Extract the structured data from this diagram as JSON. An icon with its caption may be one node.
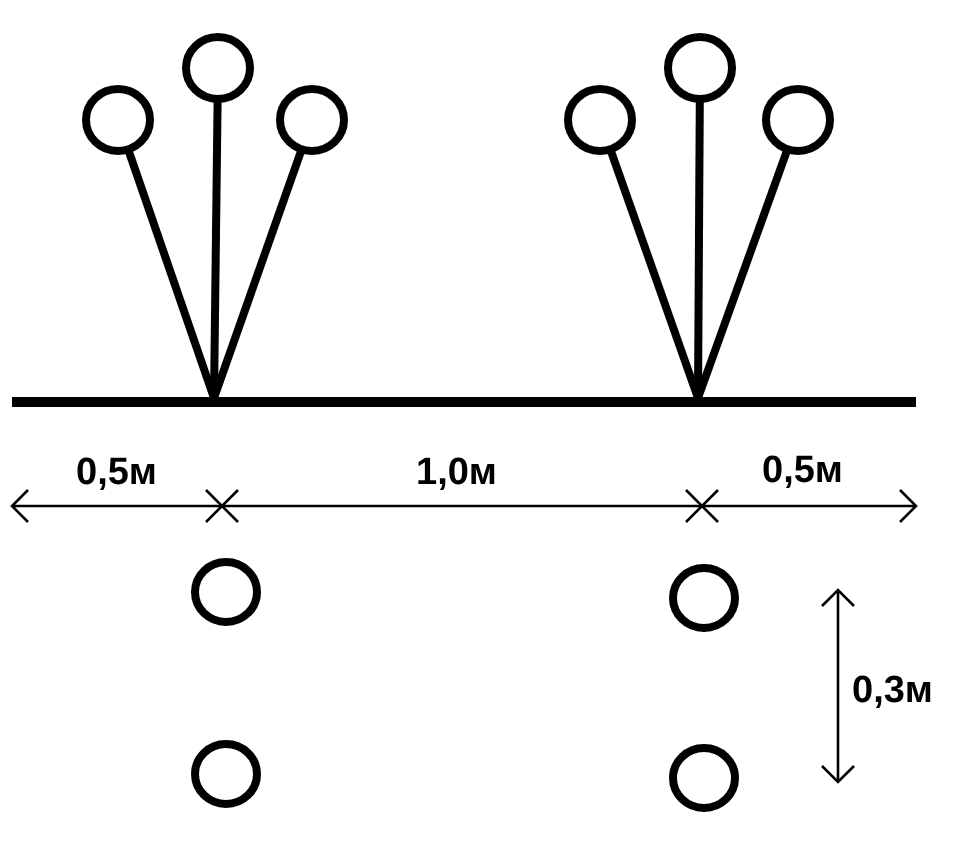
{
  "diagram": {
    "labels": [
      "0,5м",
      "1,0м",
      "0,5м",
      "0,3м"
    ]
  }
}
